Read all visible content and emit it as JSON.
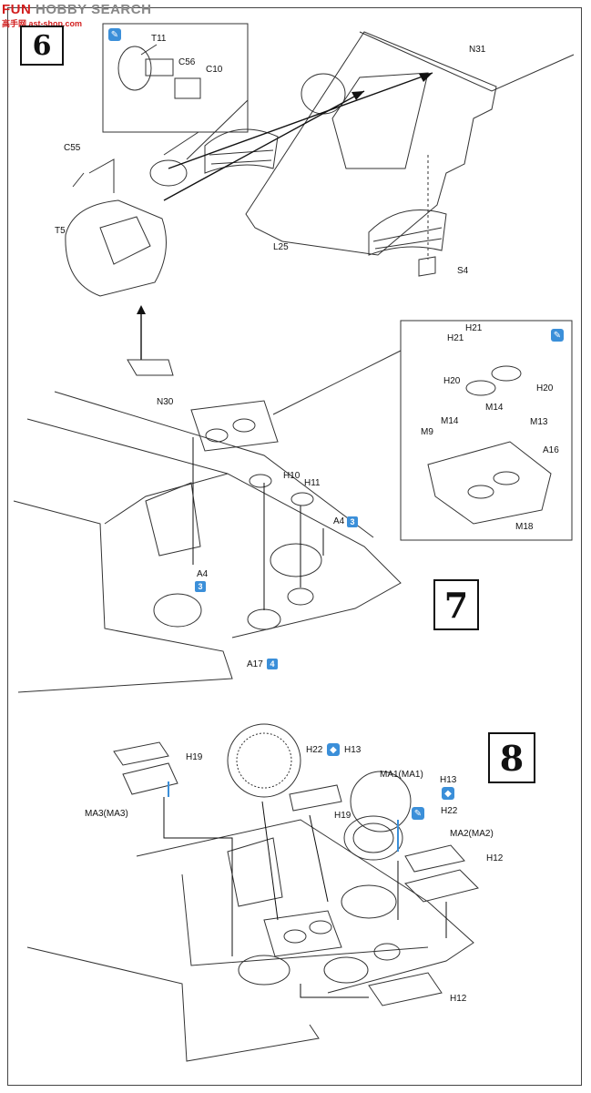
{
  "watermark": {
    "brand_a": "FUN",
    "brand_b": "HOBBY SEARCH",
    "site": "ast-shop.com",
    "chars": "高手网"
  },
  "steps": {
    "s6": "6",
    "s7": "7",
    "s8": "8"
  },
  "parts": {
    "t11": "T11",
    "c56": "C56",
    "c10": "C10",
    "c55": "C55",
    "t5": "T5",
    "n31": "N31",
    "l25": "L25",
    "s4": "S4",
    "n30": "N30",
    "h21a": "H21",
    "h21b": "H21",
    "h20a": "H20",
    "h20b": "H20",
    "m14a": "M14",
    "m14b": "M14",
    "m9": "M9",
    "m13": "M13",
    "a16": "A16",
    "m18": "M18",
    "h10": "H10",
    "h11": "H11",
    "a4a": "A4",
    "a4b": "A4",
    "a17": "A17",
    "h19a": "H19",
    "h19b": "H19",
    "ma3": "MA3(MA3)",
    "h22a": "H22",
    "h22b": "H22",
    "h13a": "H13",
    "h13b": "H13",
    "ma1": "MA1(MA1)",
    "ma2": "MA2(MA2)",
    "h12a": "H12",
    "h12b": "H12"
  },
  "badges": {
    "a4a_n": "3",
    "a4b_n": "3",
    "a17_n": "4"
  },
  "colors": {
    "accent": "#3b8fd9",
    "watermark_red": "#d21e1e",
    "line": "#222222"
  }
}
